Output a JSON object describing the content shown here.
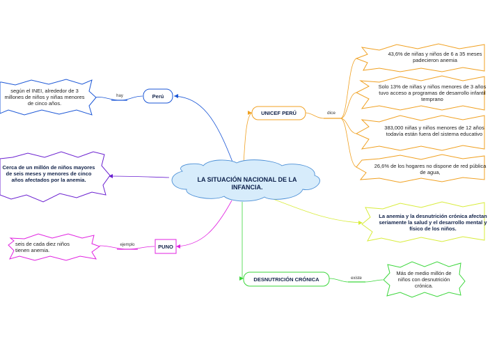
{
  "central": {
    "title": "LA SITUACIÓN NACIONAL DE LA INFANCIA."
  },
  "nodes": {
    "peru": {
      "label": "Perú",
      "link": "hay",
      "child": "según el INEI, alrededor de 3 millones de niños y niñas menores de cinco años."
    },
    "million": {
      "text": "Cerca de un millón de niños mayores de seis meses y menores de cinco años afectados por la anemia."
    },
    "puno": {
      "label": "PUNO",
      "link": "ejemplo",
      "child": "seis de cada diez niños tienen anemia."
    },
    "unicef": {
      "label": "UNICEF PERÚ",
      "link": "dice",
      "children": [
        "43,6% de niñas y niños de 6 a 35 meses padecieron anemia",
        "Solo 13% de niñas y niños menores de 3 años tuvo acceso a programas de desarrollo infantil temprano",
        "383,000 niñas y niños menores de 12 años todavía están fuera del sistema educativo",
        "26,6% de los hogares no dispone de red pública de agua,"
      ]
    },
    "anemia": {
      "text": "La anemia y la desnutrición crónica afectan seriamente la salud y el desarrollo mental y físico de los niños."
    },
    "desnutricion": {
      "label": "DESNUTRICIÓN CRÓNICA",
      "link": "existe",
      "child": "Más de medio millón de niños con desnutrición crónica."
    }
  },
  "colors": {
    "blue": "#1a56d6",
    "purple": "#6a1fd0",
    "magenta": "#e020e0",
    "orange": "#f0a020",
    "yellow_green": "#d8ec3a",
    "green": "#3ad63a",
    "central_fill": "#d7ecfb",
    "central_stroke": "#4b8fd6"
  }
}
